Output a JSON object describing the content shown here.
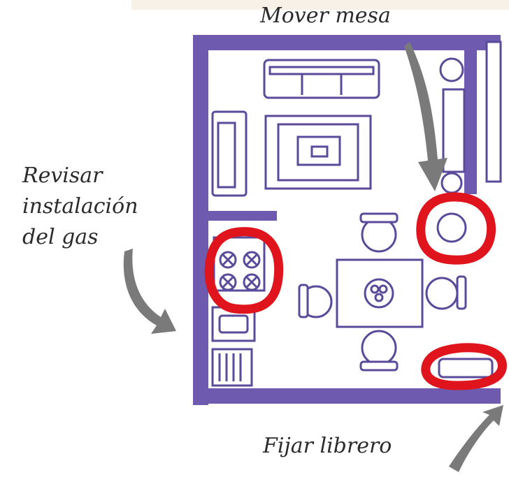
{
  "annotations": {
    "move_table": "Mover mesa",
    "gas_check": [
      "Revisar",
      "instalación",
      "del gas"
    ],
    "fix_shelf": "Fijar librero"
  },
  "colors": {
    "wall": "#6e5bb0",
    "furniture_stroke": "#5a4a9a",
    "furniture_fill": "#ffffff",
    "highlight_circle": "#e0141c",
    "arrow": "#7a7a7a",
    "text": "#2b2b2b"
  }
}
